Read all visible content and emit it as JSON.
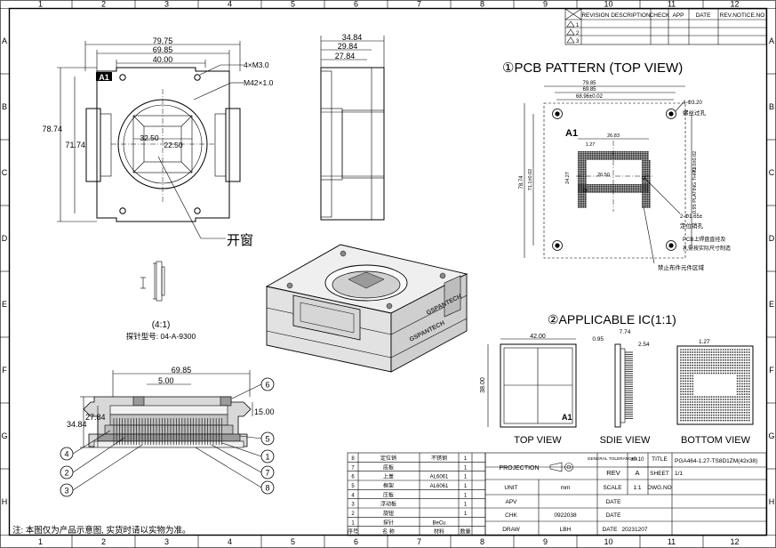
{
  "frame": {
    "top_numbers": [
      "1",
      "2",
      "3",
      "4",
      "5",
      "6",
      "7",
      "8",
      "9",
      "10",
      "11",
      "12"
    ],
    "side_letters": [
      "A",
      "B",
      "C",
      "D",
      "E",
      "F",
      "G",
      "H"
    ]
  },
  "revision_table": {
    "headers": [
      "REVISION DESCRIPTION",
      "CHECK",
      "APP",
      "DATE",
      "REV.NOTICE.NO"
    ],
    "rows": [
      "1",
      "2",
      "3"
    ]
  },
  "top_view": {
    "dims": {
      "w1": "79.75",
      "w2": "69.85",
      "w3": "40.00",
      "h1": "78.74",
      "h2": "71.74",
      "inner1": "32.50",
      "inner2": "22.50"
    },
    "callouts": {
      "screw": "4×M3.0",
      "thread": "M42×1.0",
      "window": "开窗"
    },
    "marker": "A1"
  },
  "side_view": {
    "dims": {
      "d1": "34.84",
      "d2": "29.84",
      "d3": "27.84"
    }
  },
  "pin_detail": {
    "scale": "(4:1)",
    "part_no": "探针型号: 04-A-9300"
  },
  "pcb_pattern": {
    "title": "①PCB PATTERN (TOP VIEW)",
    "marker": "A1",
    "dims": {
      "w1": "79.85",
      "w2": "69.85",
      "w3": "68.96±0.02",
      "h1": "78.74",
      "h2": "71.1±0.02",
      "h3": "71.0±0.02",
      "d1": "26.83",
      "d2": "26.50",
      "d3": "24.27",
      "pitch": "1.27",
      "hole": "4-Φ3.20"
    },
    "notes": [
      "螺丝过孔",
      "2-Φ1.65±",
      "定位销孔",
      "PCB上焊盘直径及",
      "孔需按实际尺寸制造",
      "禁止布件元件区域",
      "0.95 PLATING THRU"
    ]
  },
  "applicable_ic": {
    "title": "②APPLICABLE IC(1:1)",
    "dims": {
      "w": "42.00",
      "h": "38.00",
      "t1": "0.95",
      "t2": "7.74",
      "t3": "2.54",
      "pitch": "1.27"
    },
    "labels": [
      "TOP VIEW",
      "SDIE VIEW",
      "BOTTOM VIEW"
    ],
    "marker": "A1"
  },
  "section_view": {
    "dims": {
      "w": "69.85",
      "a": "5.00",
      "h1": "34.84",
      "h2": "27.84",
      "b": "15.00"
    },
    "balloons": [
      "1",
      "2",
      "3",
      "4",
      "5",
      "6",
      "7",
      "8"
    ]
  },
  "brand": "GSPANTECH",
  "bom": {
    "rows": [
      {
        "no": "8",
        "name": "定位销",
        "mat": "不锈钢",
        "qty": "1"
      },
      {
        "no": "7",
        "name": "底板",
        "mat": "",
        "qty": "1"
      },
      {
        "no": "6",
        "name": "上盖",
        "mat": "AL6061",
        "qty": "1"
      },
      {
        "no": "5",
        "name": "框架",
        "mat": "AL6061",
        "qty": "1"
      },
      {
        "no": "4",
        "name": "压板",
        "mat": "",
        "qty": "1"
      },
      {
        "no": "3",
        "name": "浮动板",
        "mat": "",
        "qty": "1"
      },
      {
        "no": "2",
        "name": "旋钮",
        "mat": "",
        "qty": "1"
      },
      {
        "no": "1",
        "name": "探针",
        "mat": "BeCu",
        "qty": ""
      }
    ],
    "footer": [
      "序号",
      "名 称",
      "材料",
      "数量"
    ]
  },
  "title_block": {
    "projection": "PROJECTION",
    "tol_label": "GENERAL TOLERANCES",
    "tol": "±0.10",
    "title_label": "TITLE",
    "title": "PGA464-1.27-TS8D1ZM(42x38)",
    "rev": "REV",
    "rev_val": "A",
    "unit_label": "UNIT",
    "unit": "mm",
    "scale_label": "SCALE",
    "scale": "1:1",
    "dwg_label": "DWG.NO",
    "apv": "APV",
    "chk": "CHK",
    "chk_val": "0922038",
    "draw": "DRAW",
    "draw_val": "LBH",
    "date_label": "DATE",
    "date": "20231207",
    "sheet": "SHEET",
    "sheet_val": "1/1"
  },
  "note": "注: 本图仅为产品示意图, 实货时请以实物为准。"
}
